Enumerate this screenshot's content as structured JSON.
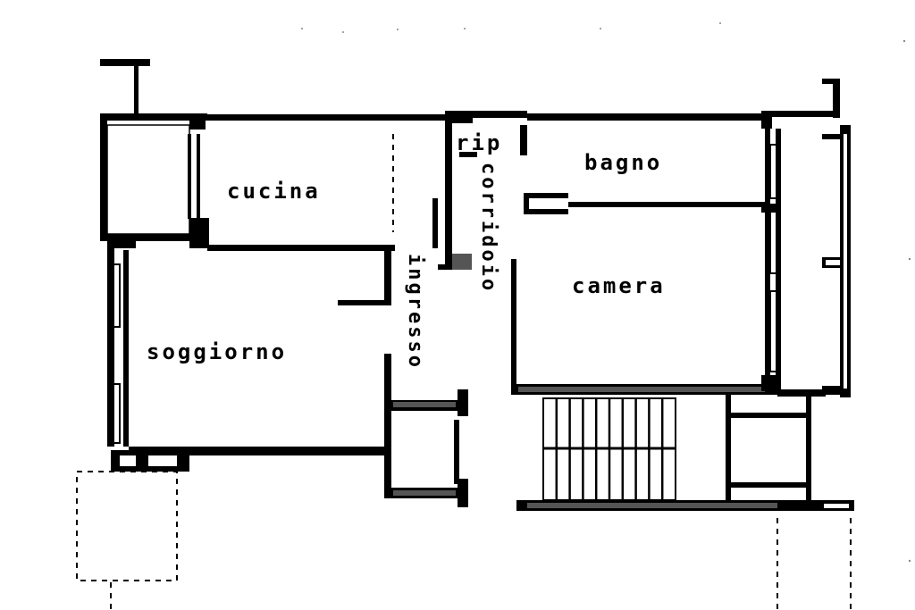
{
  "floor_plan": {
    "rooms": {
      "kitchen": "cucina",
      "living_room": "soggiorno",
      "entrance": "ingresso",
      "storage": "rip",
      "hallway": "corridoio",
      "bathroom": "bagno",
      "bedroom": "camera"
    }
  }
}
